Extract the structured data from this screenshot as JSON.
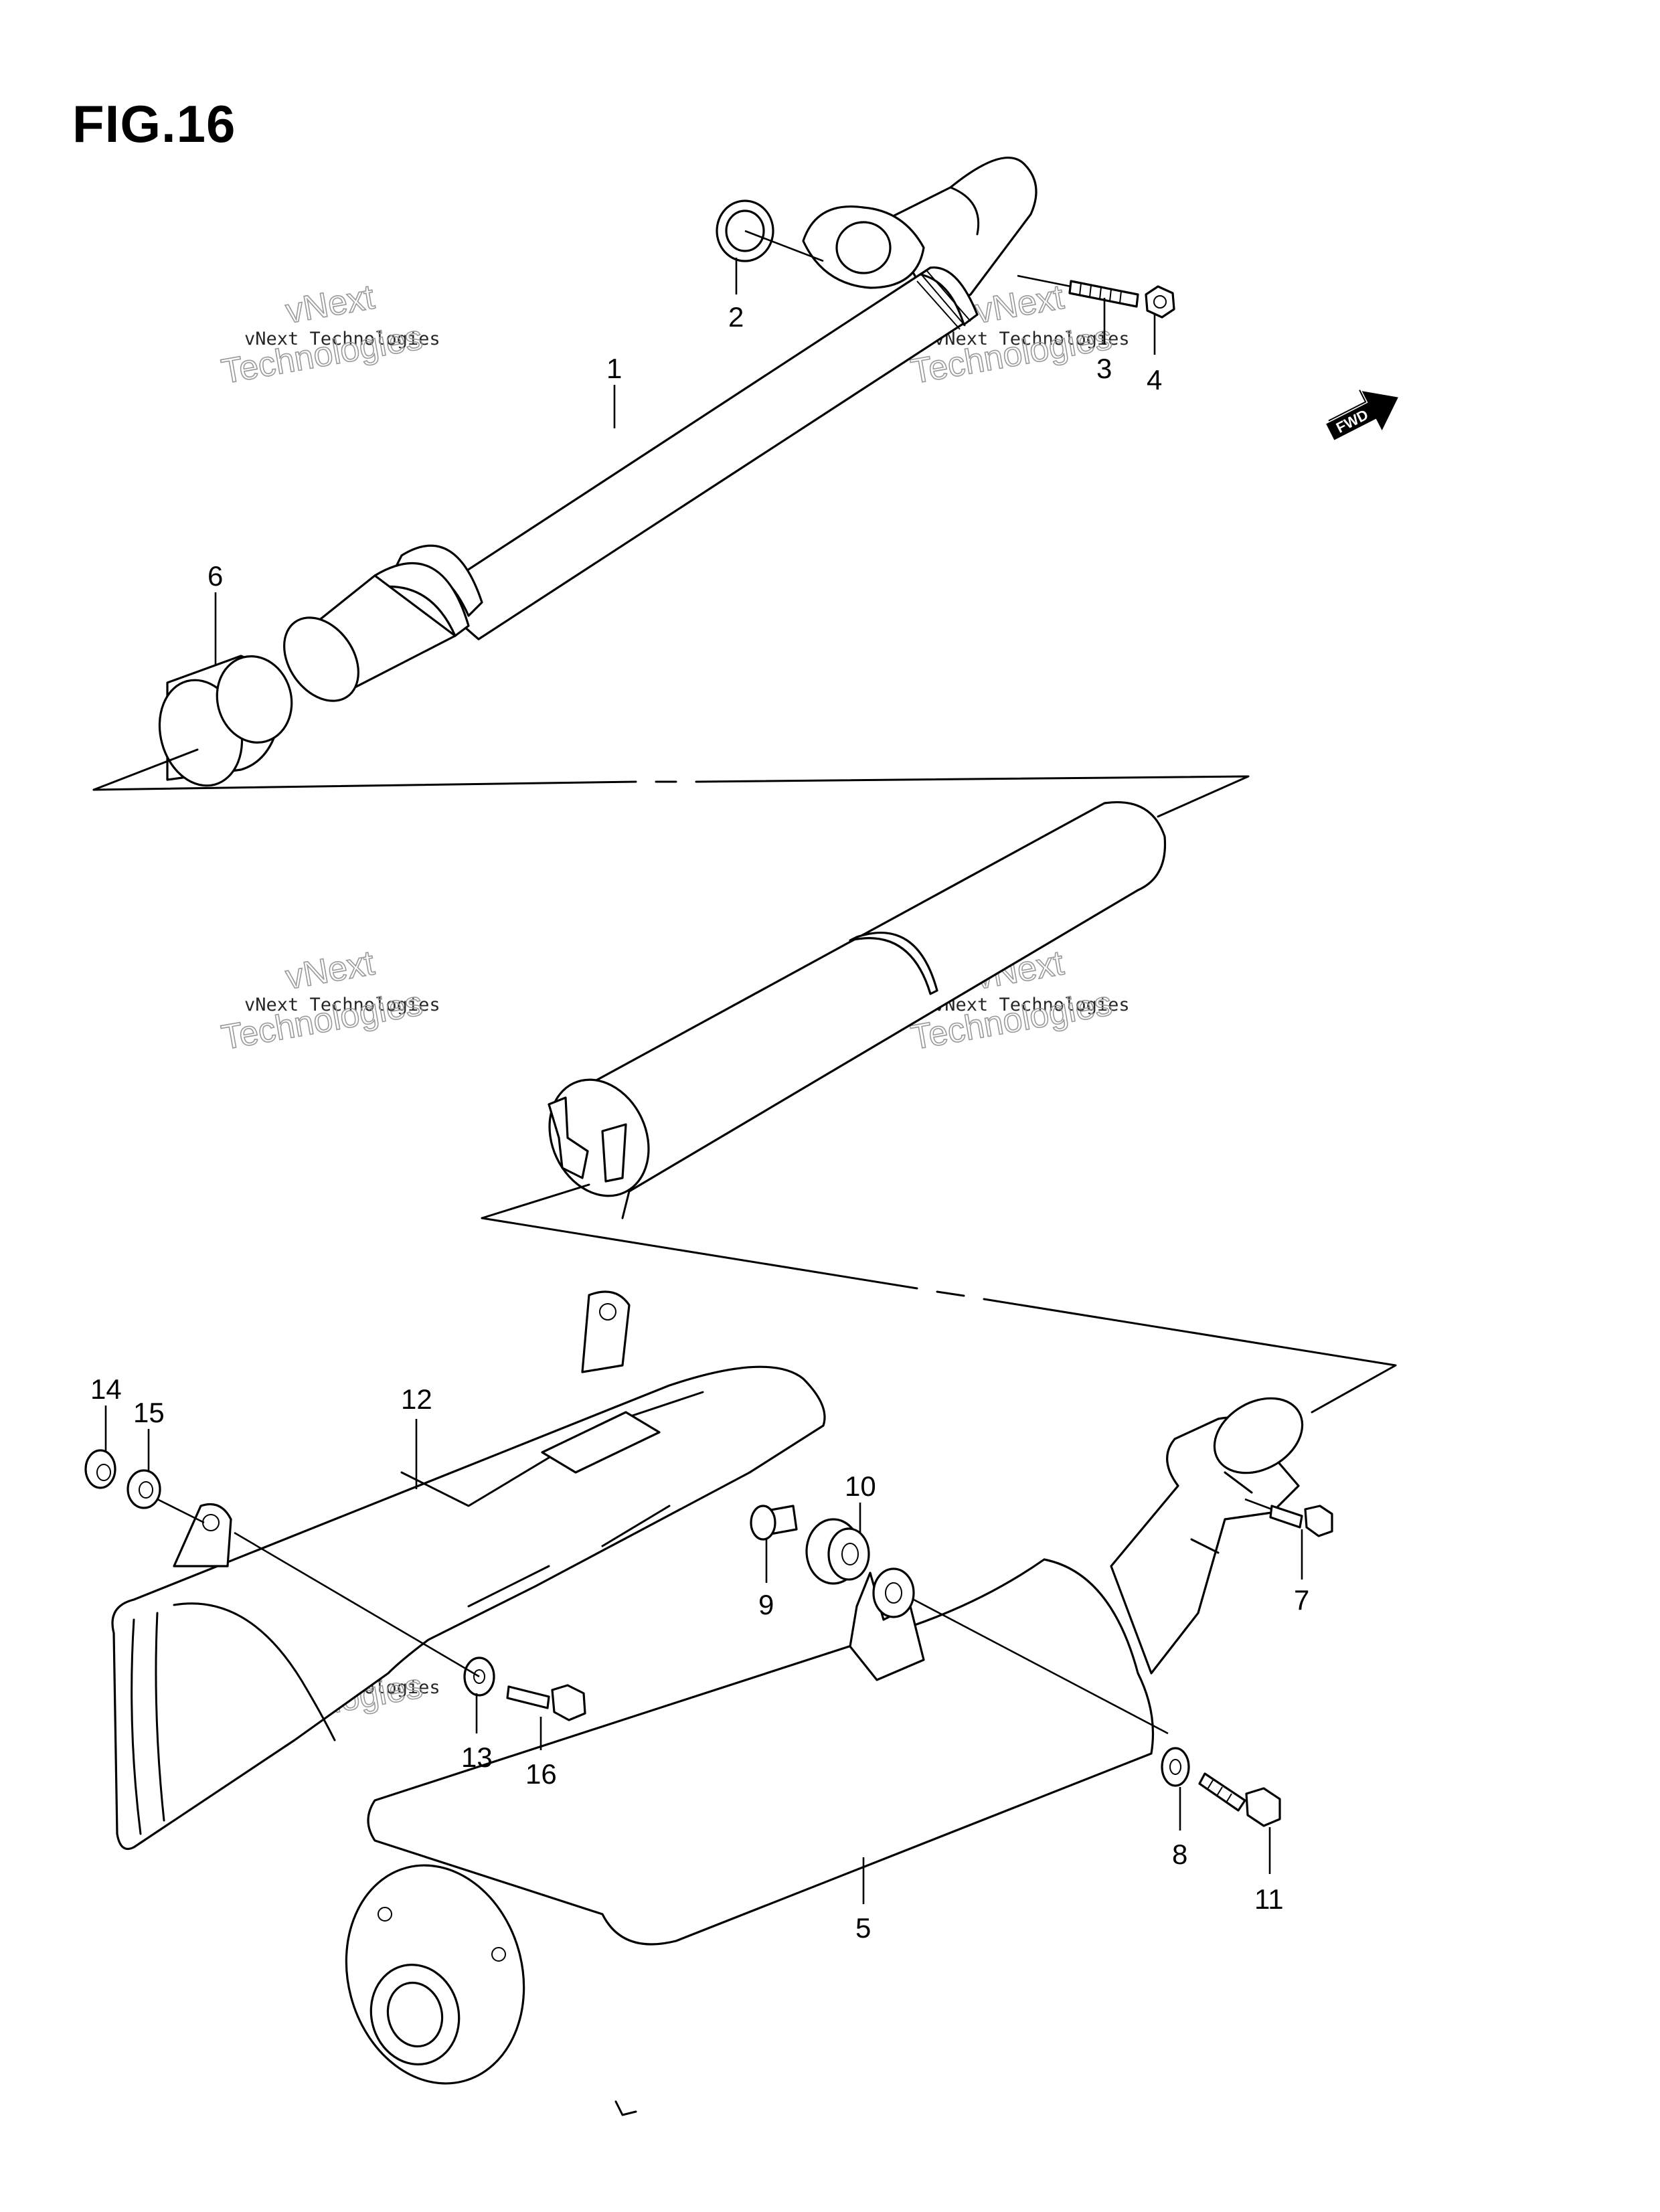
{
  "figure": {
    "title": "FIG.16"
  },
  "fwd_label": "FWD",
  "watermark": {
    "line1": "vNext Technologies",
    "line2a": "vNext",
    "line2b": "Technologies"
  },
  "callouts": {
    "p1": "1",
    "p2": "2",
    "p3": "3",
    "p4": "4",
    "p5": "5",
    "p6": "6",
    "p7": "7",
    "p8": "8",
    "p9": "9",
    "p10": "10",
    "p11": "11",
    "p12": "12",
    "p13": "13",
    "p14": "14",
    "p15": "15",
    "p16": "16"
  }
}
